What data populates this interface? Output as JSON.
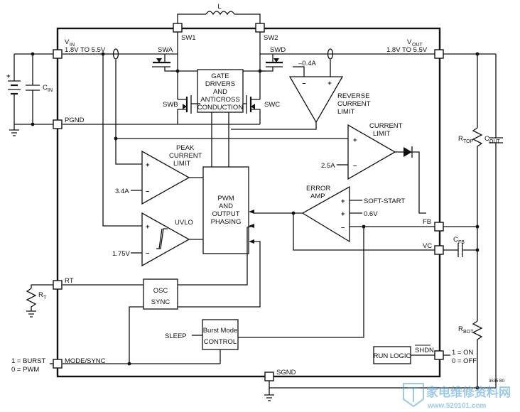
{
  "pins": {
    "vin": "V",
    "vin_sub": "IN",
    "vin_range": "1.8V TO 5.5V",
    "vout": "V",
    "vout_sub": "OUT",
    "vout_range": "1.8V TO 5.5V",
    "sw1": "SW1",
    "sw2": "SW2",
    "pgnd": "PGND",
    "rt": "RT",
    "mode_sync": "MODE/SYNC",
    "fb": "FB",
    "vc": "VC",
    "shdn": "SHDN",
    "sgnd": "SGND"
  },
  "external": {
    "inductor": "L",
    "cin": "C",
    "cin_sub": "IN",
    "cout": "C",
    "cout_sub": "OUT",
    "rtop": "R",
    "rtop_sub": "TOP",
    "rbot": "R",
    "rbot_sub": "BOT",
    "cfb": "C",
    "cfb_sub": "FB",
    "rt_res": "R",
    "rt_res_sub": "T",
    "burst_text": "1 = BURST",
    "pwm_text": "0 = PWM",
    "on_text": "1 = ON",
    "off_text": "0 = OFF"
  },
  "switches": {
    "swa": "SWA",
    "swb": "SWB",
    "swc": "SWC",
    "swd": "SWD"
  },
  "blocks": {
    "gate_drivers": [
      "GATE",
      "DRIVERS",
      "AND",
      "ANTICROSS",
      "CONDUCTION"
    ],
    "pwm": [
      "PWM",
      "AND",
      "OUTPUT",
      "PHASING"
    ],
    "osc": "OSC",
    "sync": "SYNC",
    "burst_mode": [
      "Burst Mode",
      "CONTROL"
    ],
    "sleep": "SLEEP",
    "run_logic": "RUN LOGIC"
  },
  "amps": {
    "reverse_current": [
      "REVERSE",
      "CURRENT",
      "LIMIT"
    ],
    "reverse_ref": "–0.4A",
    "current_limit": [
      "CURRENT",
      "LIMIT"
    ],
    "current_ref": "2.5A",
    "peak_current": [
      "PEAK",
      "CURRENT",
      "LIMIT"
    ],
    "peak_ref": "3.4A",
    "uvlo": "UVLO",
    "uvlo_ref": "1.75V",
    "error_amp": [
      "ERROR",
      "AMP"
    ],
    "soft_start": "SOFT-START",
    "error_ref": "0.6V"
  },
  "signs": {
    "plus": "+",
    "minus": "–"
  },
  "figure_code": "3635 B0",
  "watermark": {
    "cn": "家电维修资料网",
    "url": "www.520101.com"
  }
}
